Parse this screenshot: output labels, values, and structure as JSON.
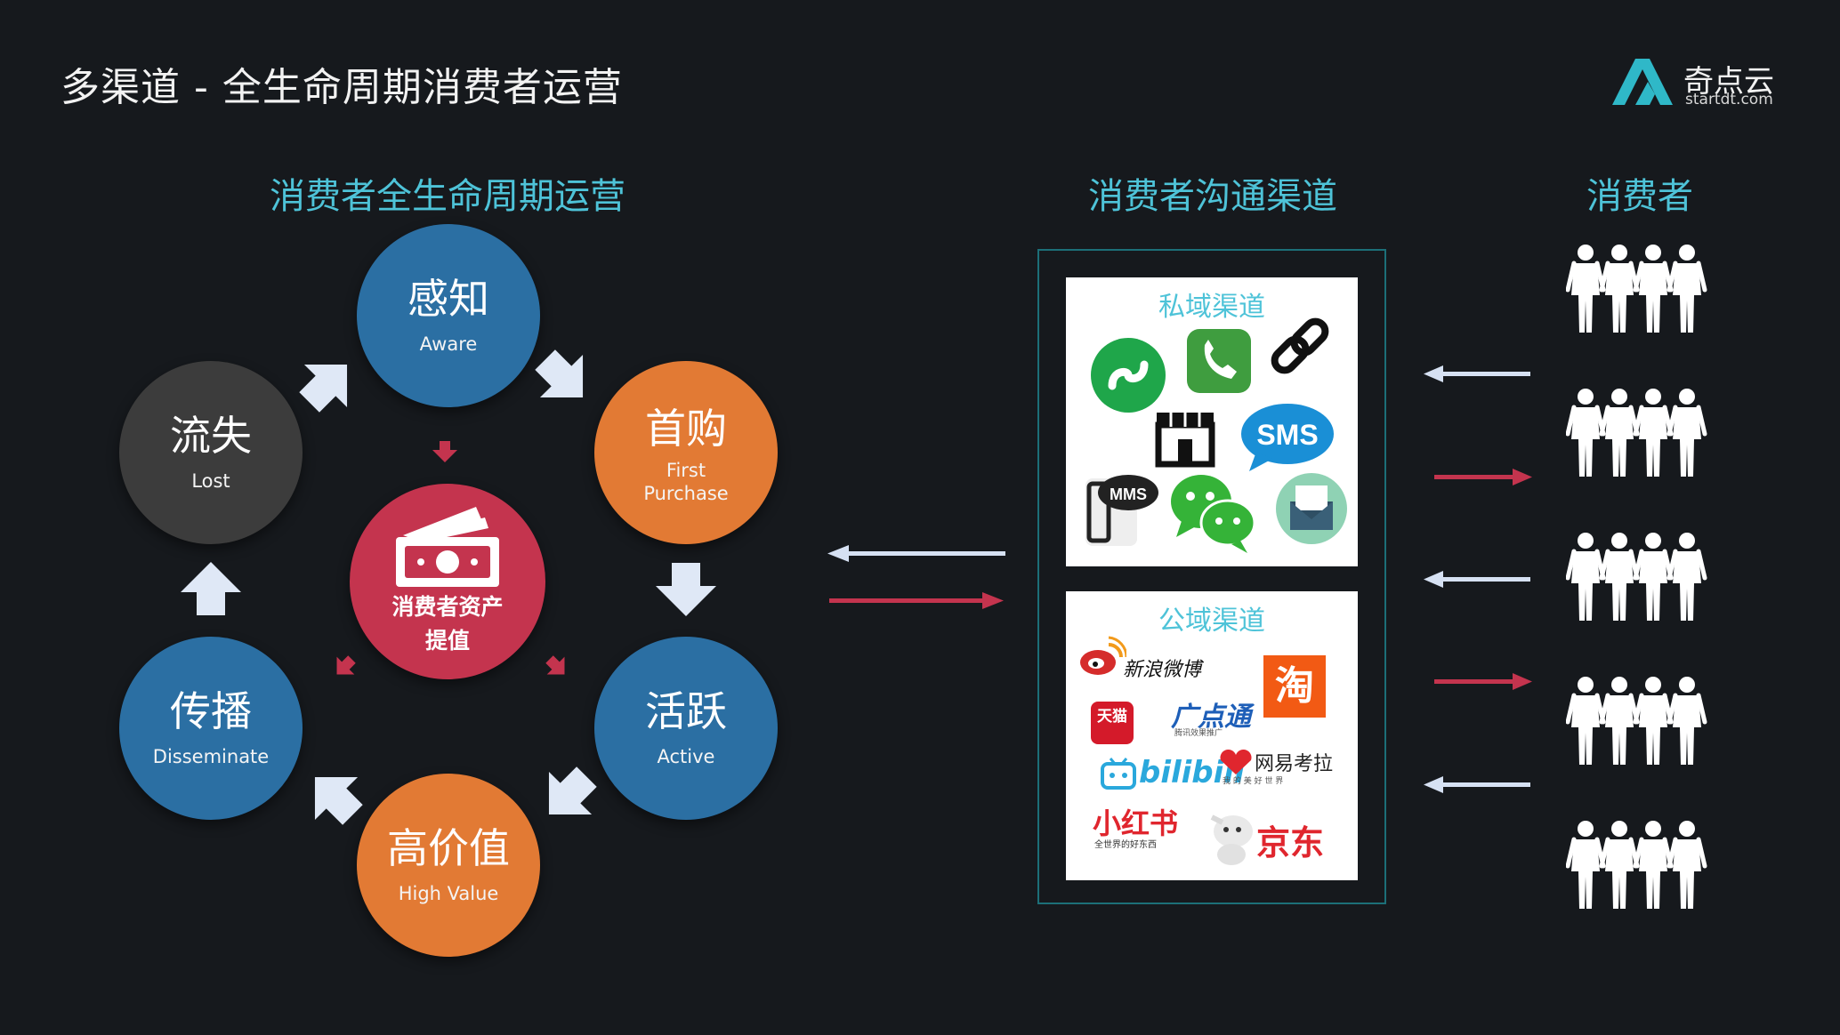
{
  "page_title": "多渠道 - 全生命周期消费者运营",
  "logo": {
    "name": "奇点云",
    "domain": "startdt.com",
    "accent": "#2fb8c8"
  },
  "headings": {
    "lifecycle": "消费者全生命周期运营",
    "channels": "消费者沟通渠道",
    "consumers": "消费者"
  },
  "lifecycle": {
    "aware": {
      "cn": "感知",
      "en": "Aware",
      "color": "#2b6fa3"
    },
    "first_purchase": {
      "cn": "首购",
      "en_line1": "First",
      "en_line2": "Purchase",
      "color": "#e27a34"
    },
    "active": {
      "cn": "活跃",
      "en": "Active",
      "color": "#2b6fa3"
    },
    "high_value": {
      "cn": "高价值",
      "en": "High  Value",
      "color": "#e27a34"
    },
    "disseminate": {
      "cn": "传播",
      "en": "Disseminate",
      "color": "#2b6fa3"
    },
    "lost": {
      "cn": "流失",
      "en": "Lost",
      "color": "#3c3c3c"
    },
    "center": {
      "line1": "消费者资产",
      "line2": "提值",
      "color": "#c4344e"
    }
  },
  "private_channels": {
    "title": "私域渠道",
    "icons": [
      "mini-program-icon",
      "phone-icon",
      "link-icon",
      "store-icon",
      "sms-icon",
      "mms-icon",
      "wechat-icon",
      "email-icon"
    ],
    "sms_label": "SMS",
    "mms_label": "MMS"
  },
  "public_channels": {
    "title": "公域渠道",
    "weibo": "新浪微博",
    "taobao": "淘",
    "tmall": "天猫",
    "gdt": "广点通",
    "gdt_sub": "腾讯效果推广",
    "bilibili": "bilibili",
    "kaola": "网易考拉",
    "kaola_sub": "我 的 美 好 世 界",
    "xiaohongshu": "小红书",
    "xiaohongshu_sub": "全世界的好东西",
    "jd": "京东"
  },
  "colors": {
    "outgoing_arrow": "#c4344e",
    "incoming_arrow": "#d6e1f3",
    "heading": "#4ec3d8"
  }
}
